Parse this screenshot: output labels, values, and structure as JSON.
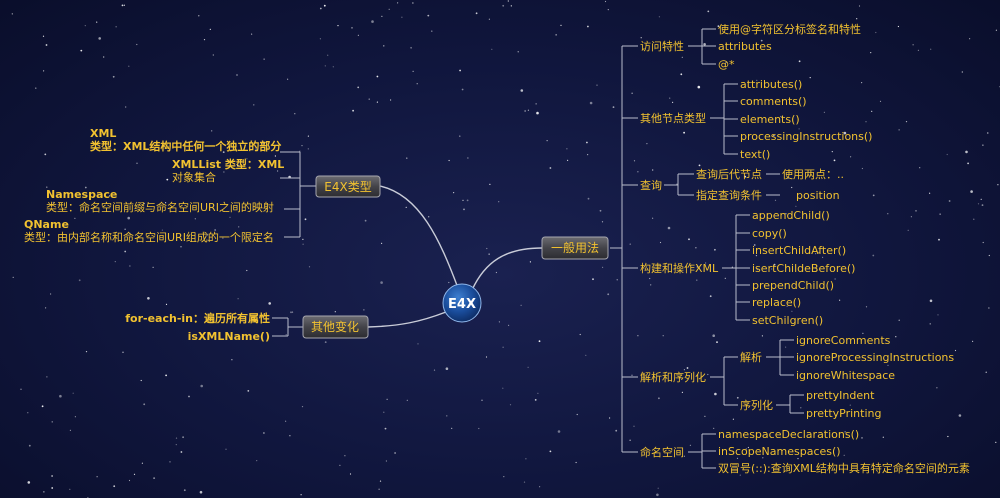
{
  "center": {
    "label": "E4X"
  },
  "left": {
    "types": {
      "label": "E4X类型",
      "items": [
        {
          "line1": "XML",
          "line2": "类型：XML结构中任何一个独立的部分"
        },
        {
          "line1": "XMLList 类型：XML",
          "line2": "对象集合"
        },
        {
          "line1": "Namespace",
          "line2": "类型：命名空间前缀与命名空间URI之间的映射"
        },
        {
          "line1": "QName",
          "line2": "类型：由内部名称和命名空间URI组成的一个限定名"
        }
      ]
    },
    "other": {
      "label": "其他变化",
      "items": [
        "for-each-in：遍历所有属性",
        "isXMLName()"
      ]
    }
  },
  "right": {
    "label": "一般用法",
    "access": {
      "label": "访问特性",
      "items": [
        "使用@字符区分标签名和特性",
        "attributes",
        "@*"
      ]
    },
    "nodes": {
      "label": "其他节点类型",
      "items": [
        "attributes()",
        "comments()",
        "elements()",
        "processingInstructions()",
        "text()"
      ]
    },
    "query": {
      "label": "查询",
      "sub1": {
        "label": "查询后代节点",
        "value": "使用两点：.."
      },
      "sub2": {
        "label": "指定查询条件",
        "value": "position"
      }
    },
    "build": {
      "label": "构建和操作XML",
      "items": [
        "appendChild()",
        "copy()",
        "insertChildAfter()",
        "isertChildeBefore()",
        "prependChild()",
        "replace()",
        "setChilgren()"
      ]
    },
    "parse": {
      "label": "解析和序列化",
      "parse_label": "解析",
      "parse_items": [
        "ignoreComments",
        "ignoreProcessingInstructions",
        "ignoreWhitespace"
      ],
      "serial_label": "序列化",
      "serial_items": [
        "prettyIndent",
        "prettyPrinting"
      ]
    },
    "ns": {
      "label": "命名空间",
      "items": [
        "namespaceDeclarations()",
        "inScopeNamespaces()",
        "双冒号(::):查询XML结构中具有特定命名空间的元素"
      ]
    }
  },
  "colors": {
    "background": "#10163d",
    "text": "#f2c230",
    "lines": "#b9bccb"
  }
}
